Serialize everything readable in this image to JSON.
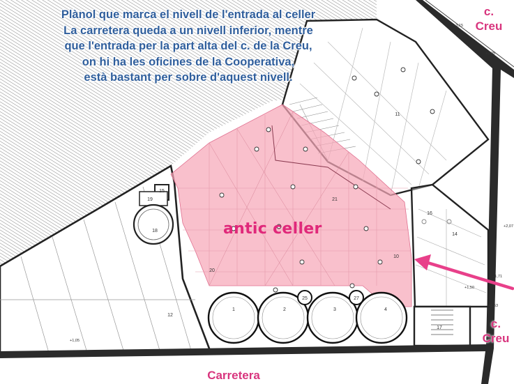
{
  "annotation": {
    "lines": [
      "Plànol que marca el  nivell de l'entrada al celler",
      "La carretera queda a un nivell inferior, mentre",
      "que l'entrada per la part alta del c. de la Creu,",
      "on hi ha les oficines de la Cooperativa,",
      "està bastant per sobre d'aquest nivell."
    ]
  },
  "labels": {
    "main_area": "antic celler",
    "street_top": [
      "c.",
      "Creu"
    ],
    "street_right": [
      "c.",
      "Creu"
    ],
    "street_bottom": "Carretera"
  },
  "rooms": [
    "1",
    "2",
    "25",
    "3",
    "27",
    "4",
    "10",
    "11",
    "12",
    "14",
    "15",
    "16",
    "17",
    "18",
    "19",
    "20",
    "21"
  ],
  "levels": [
    "+3,15",
    "+3,05",
    "+2,07",
    "+1,71",
    "+1,50",
    "+1,53",
    "+1,05"
  ],
  "colors": {
    "annotation_text": "#2f5e9c",
    "highlight_fill": "#f7a8b8",
    "street_text": "#d8357e",
    "arrow": "#e8408a"
  }
}
